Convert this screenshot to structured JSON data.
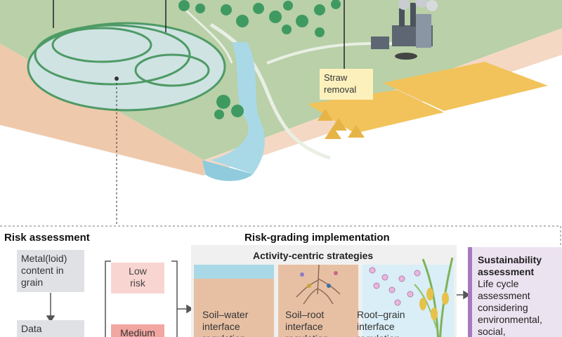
{
  "landscape": {
    "straw_label": "Straw\nremoval"
  },
  "bottom": {
    "risk_assessment": {
      "title": "Risk assessment",
      "step1": "Metal(loid)\ncontent in\ngrain",
      "step2": "Data"
    },
    "risk_levels": {
      "low": "Low\nrisk",
      "medium": "Medium"
    },
    "implementation": {
      "title": "Risk-grading implementation",
      "activity_title": "Activity-centric strategies",
      "panels": [
        {
          "label": "Soil–water\ninterface\nregulation"
        },
        {
          "label": "Soil–root\ninterface\nregulation"
        },
        {
          "label": "Root–grain\ninterface\nregulation"
        }
      ]
    },
    "sustainability": {
      "title": "Sustainability\nassessment",
      "body": "Life cycle\nassessment\nconsidering\nenvironmental,\nsocial,"
    }
  },
  "colors": {
    "land_green": "#b9d0a8",
    "soil_front": "#efc9ac",
    "soil_side": "#f4d8c3",
    "water": "#a9d9e6",
    "paddy": "#cfe3e3",
    "wheat": "#f2c35a",
    "tree": "#3f9a62",
    "accent_purple": "#a678bd",
    "risk_low": "#f9d5d2",
    "risk_medium": "#f2a6a1",
    "step_grey": "#dfe1e4"
  }
}
